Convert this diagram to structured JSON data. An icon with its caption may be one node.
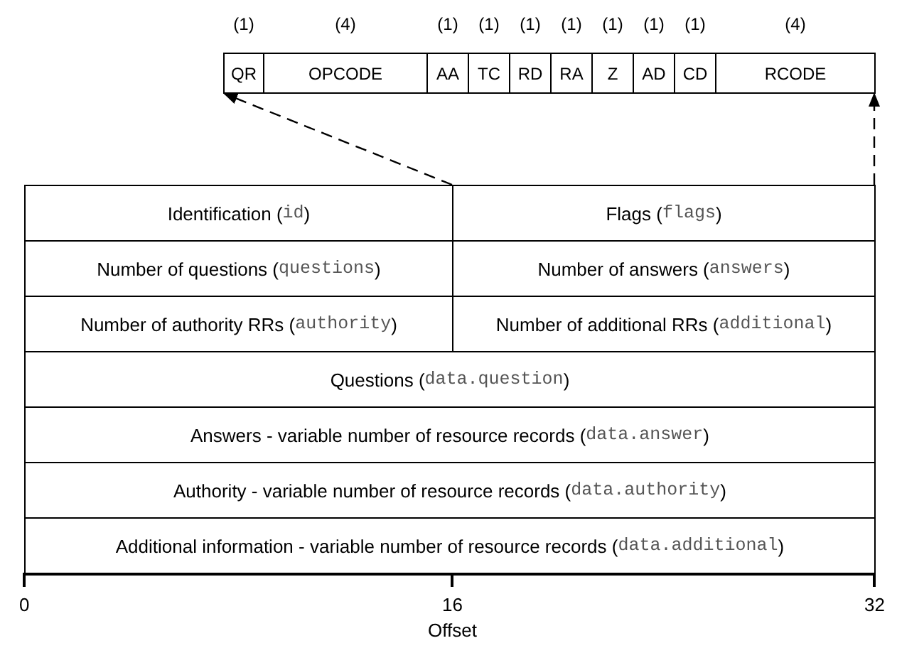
{
  "diagram": {
    "nodes": [
      {
        "text": [
          "QR"
        ],
        "beside": [
          "(1)"
        ]
      },
      {
        "text": [
          "OPCODE"
        ],
        "beside": [
          "(4)"
        ]
      },
      {
        "text": [
          "AA"
        ],
        "beside": [
          "(1)"
        ]
      },
      {
        "text": [
          "TC"
        ],
        "beside": [
          "(1)"
        ]
      },
      {
        "text": [
          "RD"
        ],
        "beside": [
          "(1)"
        ]
      },
      {
        "text": [
          "RA"
        ],
        "beside": [
          "(1)"
        ]
      },
      {
        "text": [
          "Z"
        ],
        "beside": [
          "(1)"
        ]
      },
      {
        "text": [
          "AD"
        ],
        "beside": [
          "(1)"
        ]
      },
      {
        "text": [
          "CD"
        ],
        "beside": [
          "(1)"
        ]
      },
      {
        "text": [
          "RCODE"
        ],
        "beside": [
          "(4)"
        ]
      },
      {
        "text": [
          "Identification (id)"
        ]
      },
      {
        "text": [
          "Flags (flags)"
        ]
      },
      {
        "text": [
          "Number of questions (questions)"
        ]
      },
      {
        "text": [
          "Number of answers (answers)"
        ]
      },
      {
        "text": [
          "Number of authority RRs (authority)"
        ]
      },
      {
        "text": [
          "Number of additional RRs (additional)"
        ]
      },
      {
        "text": [
          "Questions (data.question)"
        ]
      },
      {
        "text": [
          "Answers - variable number of resource records (data.answer)"
        ]
      },
      {
        "text": [
          "Authority - variable number of resource records (data.authority)"
        ]
      },
      {
        "text": [
          "Additional information - variable number of resource records (data.additional)"
        ]
      }
    ],
    "edges": [
      {
        "from": 11,
        "to": 0,
        "arrow": "to",
        "style": "dashed"
      },
      {
        "from": 11,
        "to": 9,
        "arrow": "to",
        "style": "dashed"
      }
    ],
    "labels": [
      "0",
      "16",
      "32",
      "Offset"
    ]
  }
}
